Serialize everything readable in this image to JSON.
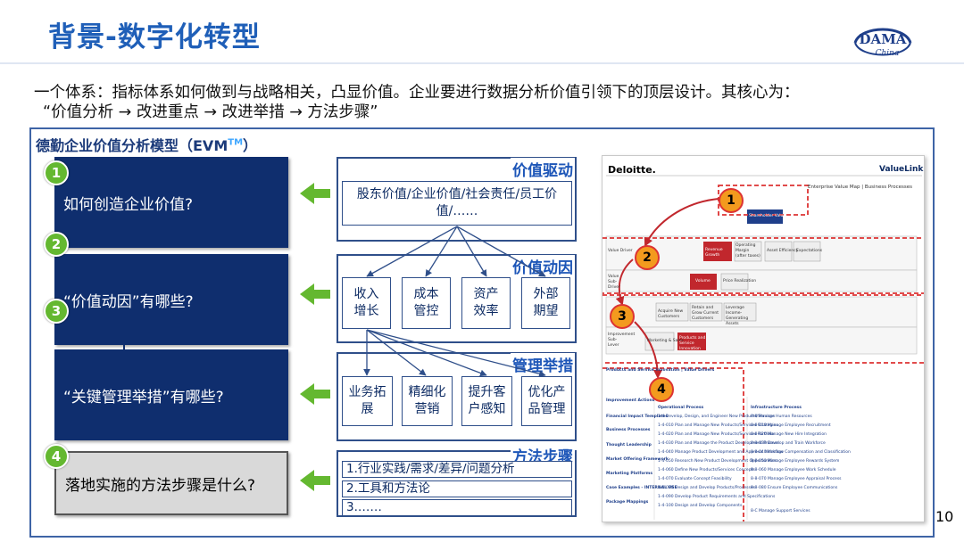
{
  "header": {
    "title": "背景-数字化转型",
    "logo_text": "DAMA",
    "logo_script": "China"
  },
  "intro": {
    "line1": "一个体系：指标体系如何做到与战略相关，凸显价值。企业要进行数据分析价值引领下的顶层设计。其核心为：",
    "line2": "“价值分析 → 改进重点 → 改进举措 → 方法步骤”"
  },
  "model": {
    "title_main": "德勤企业价值分析模型（EVM",
    "title_tm": "TM",
    "title_end": "）"
  },
  "questions": [
    {
      "num": "1",
      "text": "如何创造企业价值?"
    },
    {
      "num": "2",
      "text": "“价值动因”有哪些?"
    },
    {
      "num": "3",
      "text": "“关键管理举措”有哪些?"
    },
    {
      "num": "4",
      "text": "落地实施的方法步骤是什么?"
    }
  ],
  "value_driver": {
    "title": "价值驱动",
    "box": "股东价值/企业价值/社会责任/员工价值/……"
  },
  "value_factors": {
    "title": "价值动因",
    "items": [
      "收入增长",
      "成本管控",
      "资产效率",
      "外部期望"
    ]
  },
  "measures": {
    "title": "管理举措",
    "items": [
      "业务拓展",
      "精细化营销",
      "提升客户感知",
      "优化产品管理"
    ]
  },
  "steps": {
    "title": "方法步骤",
    "items": [
      "1.行业实践/需求/差异/问题分析",
      "2.工具和方法论",
      "3.……"
    ]
  },
  "doc": {
    "brand": "Deloitte.",
    "brand_right": "ValueLink",
    "subnav": "Enterprise Value Map | Business Processes",
    "top_node": "Shareholder Value",
    "row1_label": "Value Driver",
    "row1_nodes": [
      "Revenue Growth",
      "Operating Margin (after taxes)",
      "Asset Efficiency",
      "Expectations"
    ],
    "row2_label": "Value Sub-Driver",
    "row2_nodes": [
      "Volume",
      "Price Realization"
    ],
    "row3_nodes": [
      "Acquire New Customers",
      "Retain and Grow Current Customers",
      "Leverage Income-Generating Assets"
    ],
    "row4_label": "Improvement Sub-Lever",
    "row4_nodes": [
      "Marketing & Sales",
      "Products and Service Innovation"
    ],
    "section_head": "Products and Service Innovation | Value Drivers",
    "table_head_left": "Improvement Actions",
    "table_head_mid": "Operational Process",
    "table_head_right": "Infrastructure Process",
    "left_items": [
      "Financial Impact Templates",
      "Business Processes",
      "Thought Leadership",
      "Market Offering Framework",
      "Marketing Platforms",
      "Case Examples - INTERNAL USE",
      "Package Mappings"
    ],
    "mid_items": [
      "1-4 Develop, Design, and Engineer New Products/Services",
      "1-4-010 Plan and Manage New Products/Services Strategies",
      "1-4-020 Plan and Manage New Products/Services Portfolio",
      "1-4-030 Plan and Manage the Product Development Process",
      "1-4-040 Manage Product Development and Approval Workflow",
      "1-4-050 Research New Product Development Opportunities",
      "1-4-060 Define New Products/Services Concepts",
      "1-4-070 Evaluate Concept Feasibility",
      "1-4-080 Design and Develop Products/Processes",
      "1-4-090 Develop Product Requirements and Specifications",
      "1-4-100 Design and Develop Components"
    ],
    "right_items": [
      "8-8 Manage Human Resources",
      "8-8-010 Manage Employee Recruitment",
      "8-8-020 Manage New Hire Integration",
      "8-8-030 Develop and Train Workforce",
      "8-8-040 Manage Compensation and Classification",
      "8-8-050 Manage Employee Rewards System",
      "8-8-060 Manage Employee Work Schedule",
      "8-8-070 Manage Employee Appraisal Process",
      "8-8-080 Ensure Employee Communications",
      "8-C Manage Support Services"
    ]
  },
  "doc_badges": [
    "1",
    "2",
    "3",
    "4"
  ],
  "page_number": "10",
  "colors": {
    "title_blue": "#1f5fb8",
    "navy": "#0f2e6e",
    "green_badge": "#64b830",
    "orange_badge": "#f39a1e",
    "red_dash": "#d33"
  }
}
